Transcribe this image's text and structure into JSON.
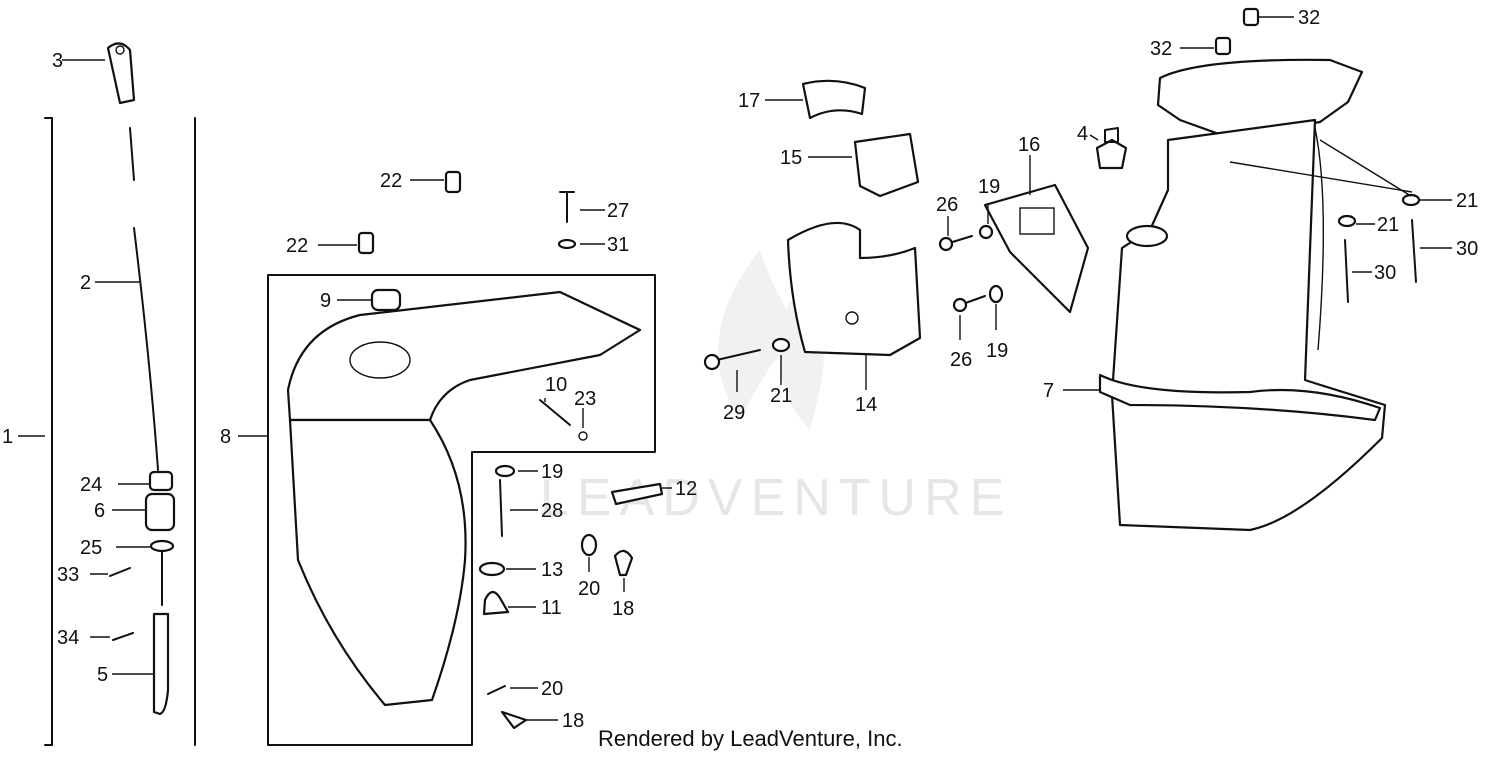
{
  "watermark": "LEADVENTURE",
  "credit": "Rendered by LeadVenture, Inc.",
  "callouts": {
    "c1": "1",
    "c2": "2",
    "c3": "3",
    "c4": "4",
    "c5": "5",
    "c6": "6",
    "c7": "7",
    "c8": "8",
    "c9": "9",
    "c10": "10",
    "c11": "11",
    "c12": "12",
    "c13": "13",
    "c14": "14",
    "c15": "15",
    "c16": "16",
    "c17": "17",
    "c18a": "18",
    "c18b": "18",
    "c19a": "19",
    "c19b": "19",
    "c19c": "19",
    "c20a": "20",
    "c20b": "20",
    "c21a": "21",
    "c21b": "21",
    "c21c": "21",
    "c22a": "22",
    "c22b": "22",
    "c23": "23",
    "c24": "24",
    "c25": "25",
    "c26a": "26",
    "c26b": "26",
    "c27": "27",
    "c28": "28",
    "c29": "29",
    "c30a": "30",
    "c30b": "30",
    "c31": "31",
    "c32a": "32",
    "c32b": "32",
    "c33": "33",
    "c34": "34"
  }
}
